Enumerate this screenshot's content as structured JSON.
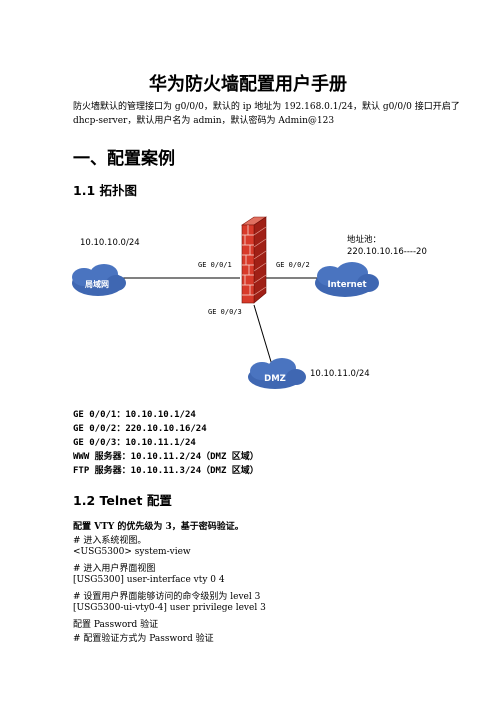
{
  "doc": {
    "title": "华为防火墙配置用户手册",
    "intro_line1": "防火墙默认的管理接口为 g0/0/0，默认的 ip 地址为 192.168.0.1/24，默认 g0/0/0 接口开启了",
    "intro_line2": "dhcp-server，默认用户名为 admin，默认密码为 Admin@123",
    "section1": "一、配置案例",
    "sub11": "1.1  拓扑图",
    "sub12": "1.2 Telnet 配置"
  },
  "diagram": {
    "lan_subnet": "10.10.10.0/24",
    "pool_label": "地址池：",
    "pool_range": "220.10.10.16----20",
    "ge1": "GE  0/0/1",
    "ge2": "GE  0/0/2",
    "ge3": "GE  0/0/3",
    "lan_cloud": "局域网",
    "internet_cloud": "Internet",
    "dmz_cloud": "DMZ",
    "dmz_subnet": "10.10.11.0/24"
  },
  "interfaces": [
    "GE 0/0/1：10.10.10.1/24",
    "GE 0/0/2：220.10.10.16/24",
    "GE 0/0/3：10.10.11.1/24",
    "WWW 服务器：10.10.11.2/24（DMZ 区域）",
    "FTP 服务器：10.10.11.3/24（DMZ 区域）"
  ],
  "telnet": [
    {
      "text": "配置 VTY  的优先级为 3，基于密码验证。",
      "bold": true
    },
    {
      "text": "#  进入系统视图。",
      "bold": false
    },
    {
      "text": "<USG5300> system-view",
      "bold": false
    },
    {
      "text": "#  进入用户界面视图",
      "bold": false
    },
    {
      "text": "[USG5300] user-interface vty 0 4",
      "bold": false
    },
    {
      "text": "#  设置用户界面能够访问的命令级别为 level 3",
      "bold": false
    },
    {
      "text": "[USG5300-ui-vty0-4] user privilege level 3",
      "bold": false
    },
    {
      "text": "配置 Password 验证",
      "bold": false
    },
    {
      "text": "#  配置验证方式为 Password 验证",
      "bold": false
    }
  ]
}
